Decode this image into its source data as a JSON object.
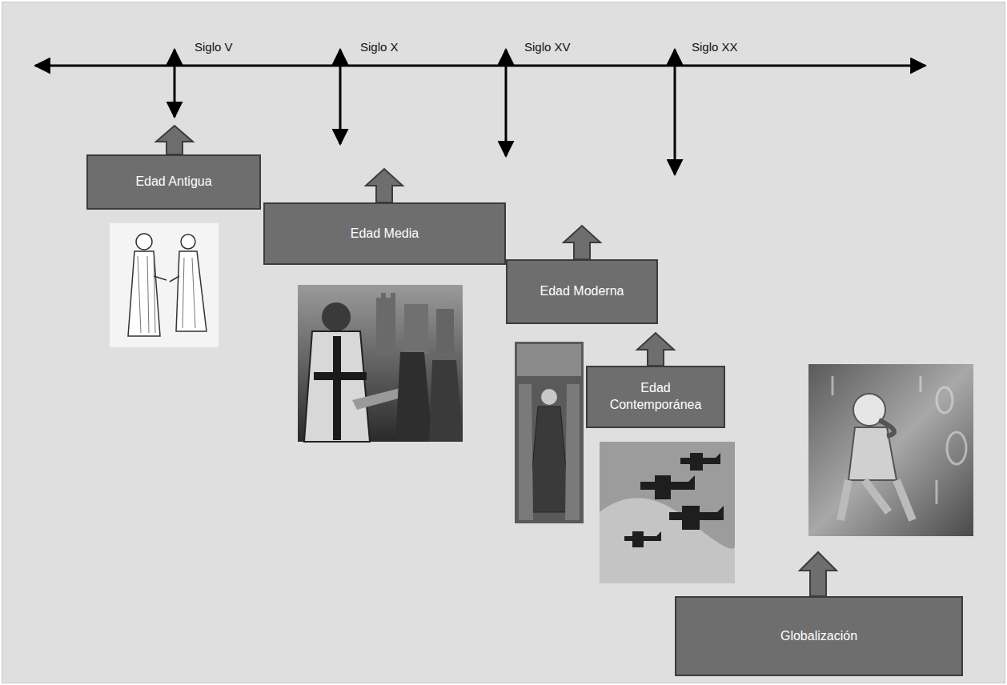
{
  "diagram": {
    "nodes": [
      {
        "text": [
          "Edad Antigua"
        ]
      },
      {
        "text": [
          "Edad Media"
        ]
      },
      {
        "text": [
          "Edad Moderna"
        ]
      },
      {
        "text": [
          "Edad Contemporánea"
        ]
      },
      {
        "text": [
          "Globalización"
        ]
      }
    ],
    "labels": [
      "Siglo V",
      "Siglo X",
      "Siglo XV",
      "Siglo XX"
    ]
  }
}
